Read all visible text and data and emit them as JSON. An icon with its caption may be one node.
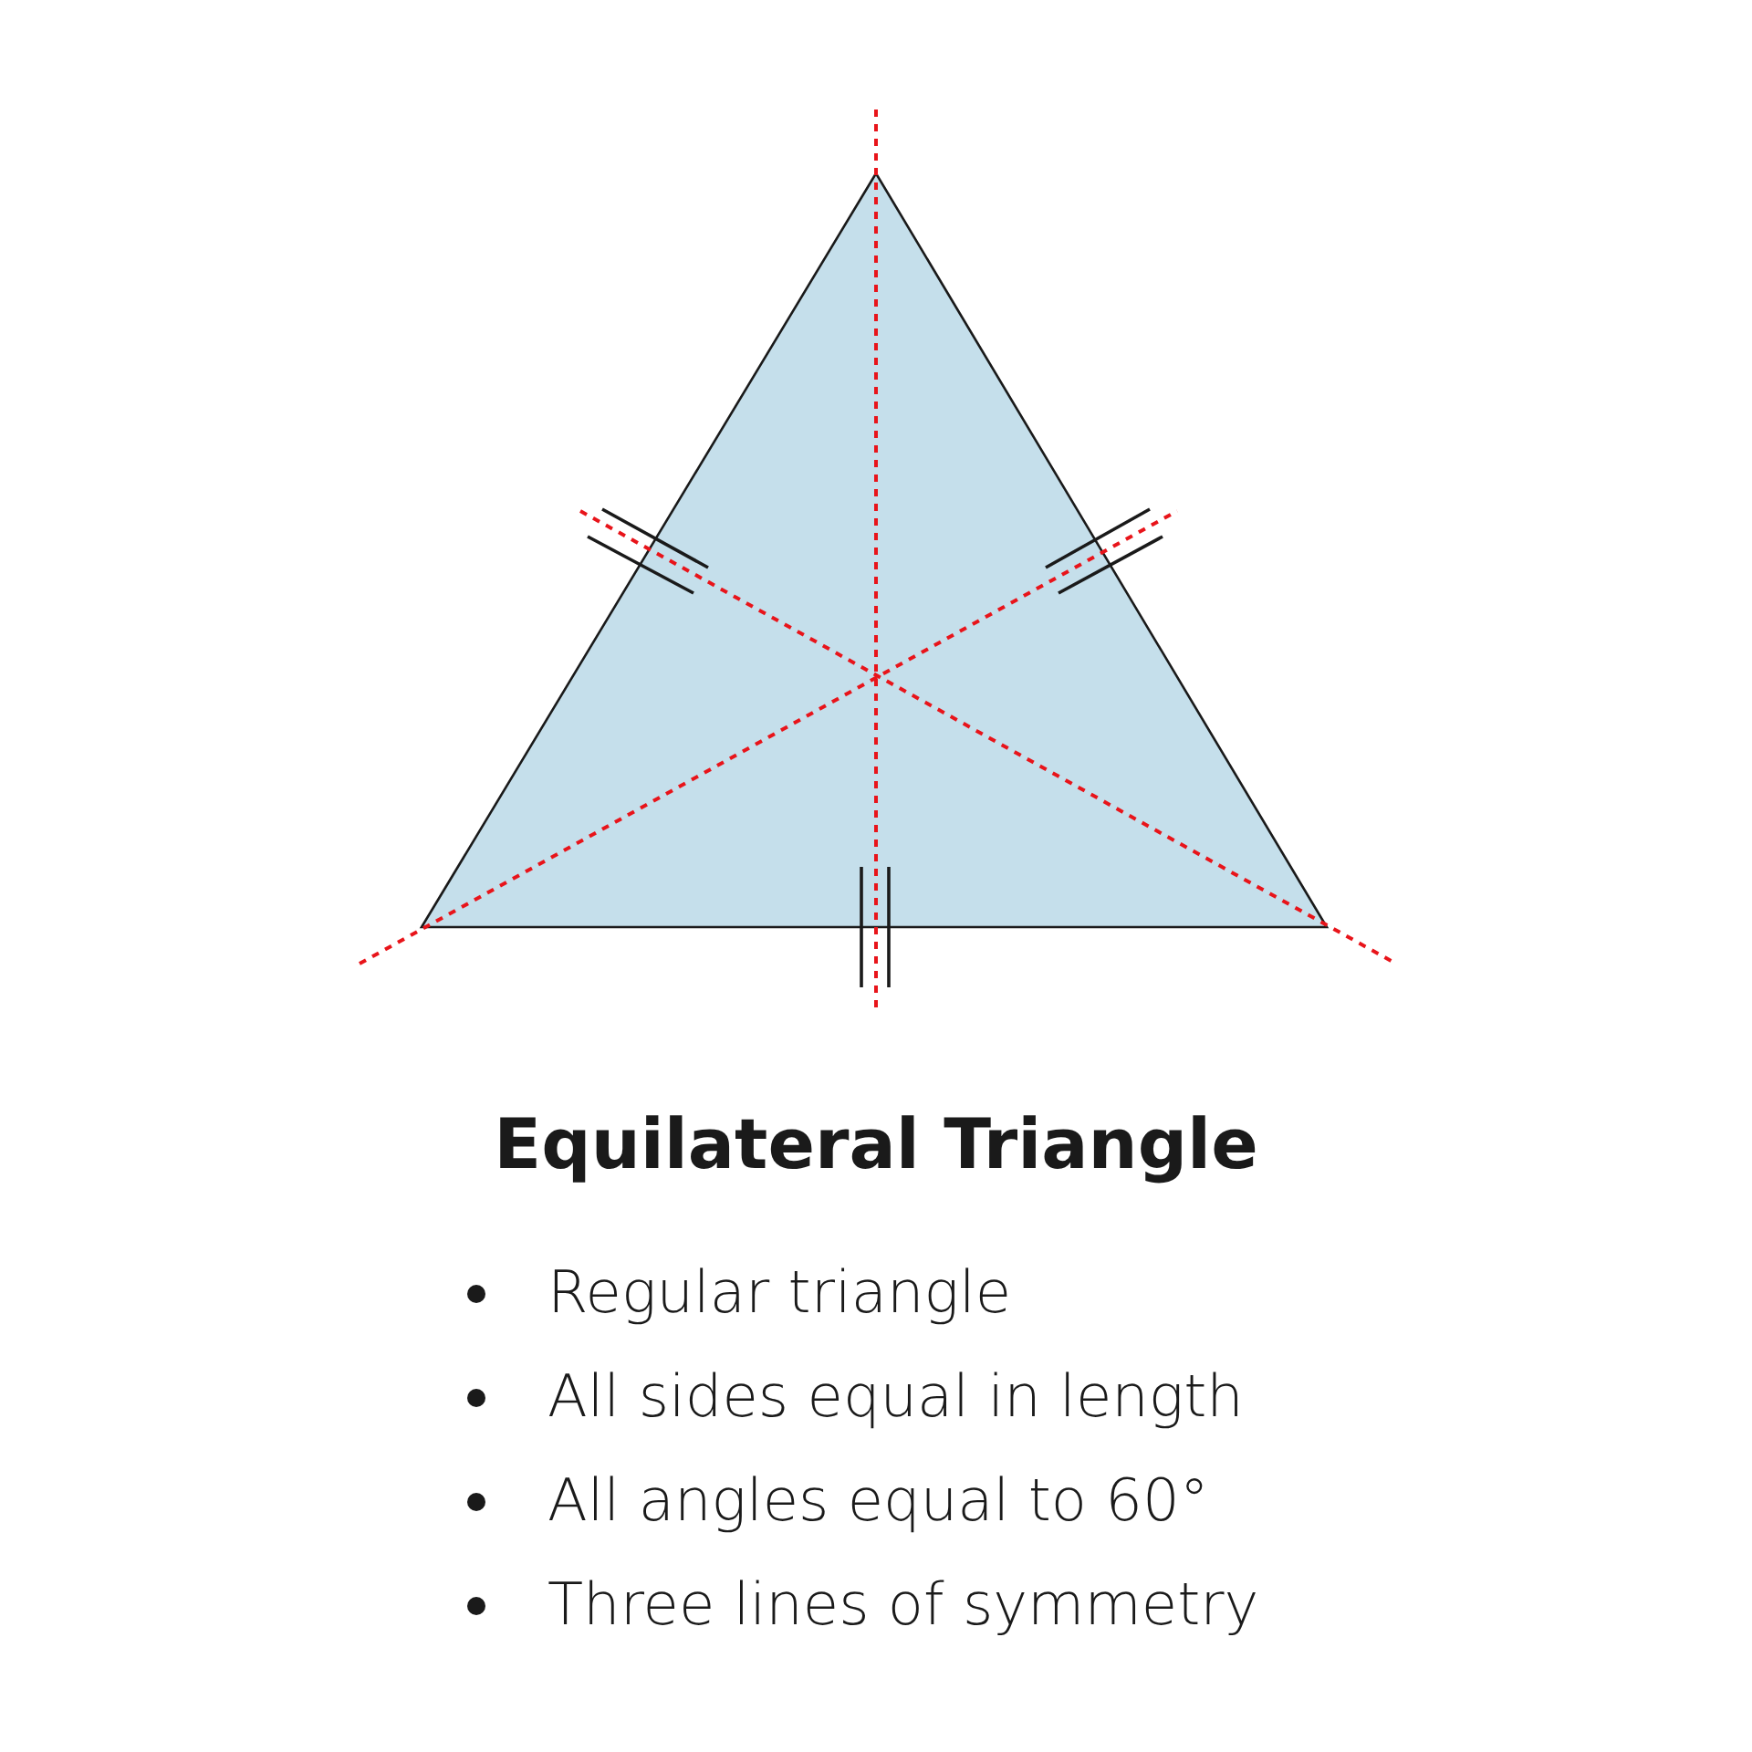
{
  "diagram": {
    "title": "Equilateral Triangle",
    "labels": [
      "Regular triangle",
      "All sides equal in length",
      "All angles equal to 60°",
      "Three lines of symmetry"
    ]
  }
}
